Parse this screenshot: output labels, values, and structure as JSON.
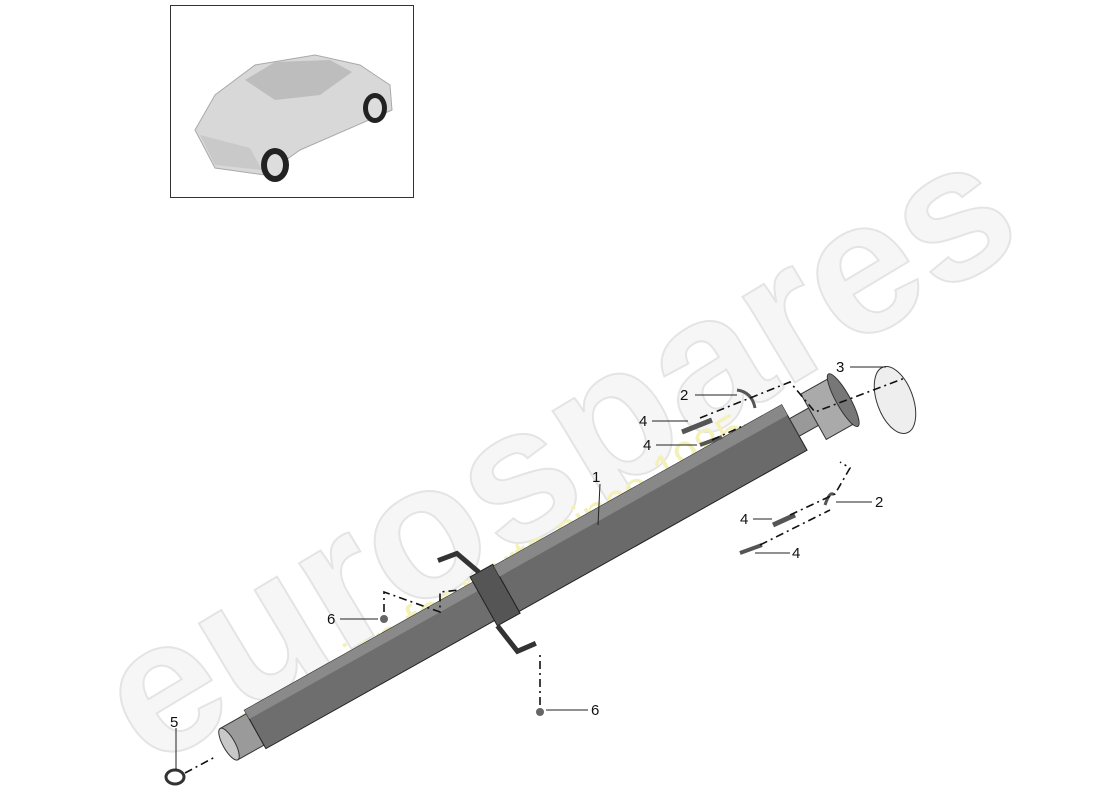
{
  "watermark": {
    "brand": "eurospares",
    "tagline": "a passion for parts since 1985"
  },
  "thumbnail": {
    "subject": "car-overview"
  },
  "colors": {
    "shaft": "#6e6e6e",
    "watermark_text": "#efefef",
    "tagline": "#f3f0b0"
  },
  "callouts": [
    {
      "id": "1",
      "part": "propeller-shaft"
    },
    {
      "id": "2",
      "part": "retaining-plate-upper"
    },
    {
      "id": "2",
      "part": "retaining-plate-lower"
    },
    {
      "id": "3",
      "part": "gasket"
    },
    {
      "id": "4",
      "part": "bolt"
    },
    {
      "id": "4",
      "part": "bolt"
    },
    {
      "id": "4",
      "part": "bolt"
    },
    {
      "id": "4",
      "part": "bolt"
    },
    {
      "id": "5",
      "part": "clamp-ring"
    },
    {
      "id": "6",
      "part": "bolt-bracket-left"
    },
    {
      "id": "6",
      "part": "bolt-bracket-lower"
    }
  ]
}
